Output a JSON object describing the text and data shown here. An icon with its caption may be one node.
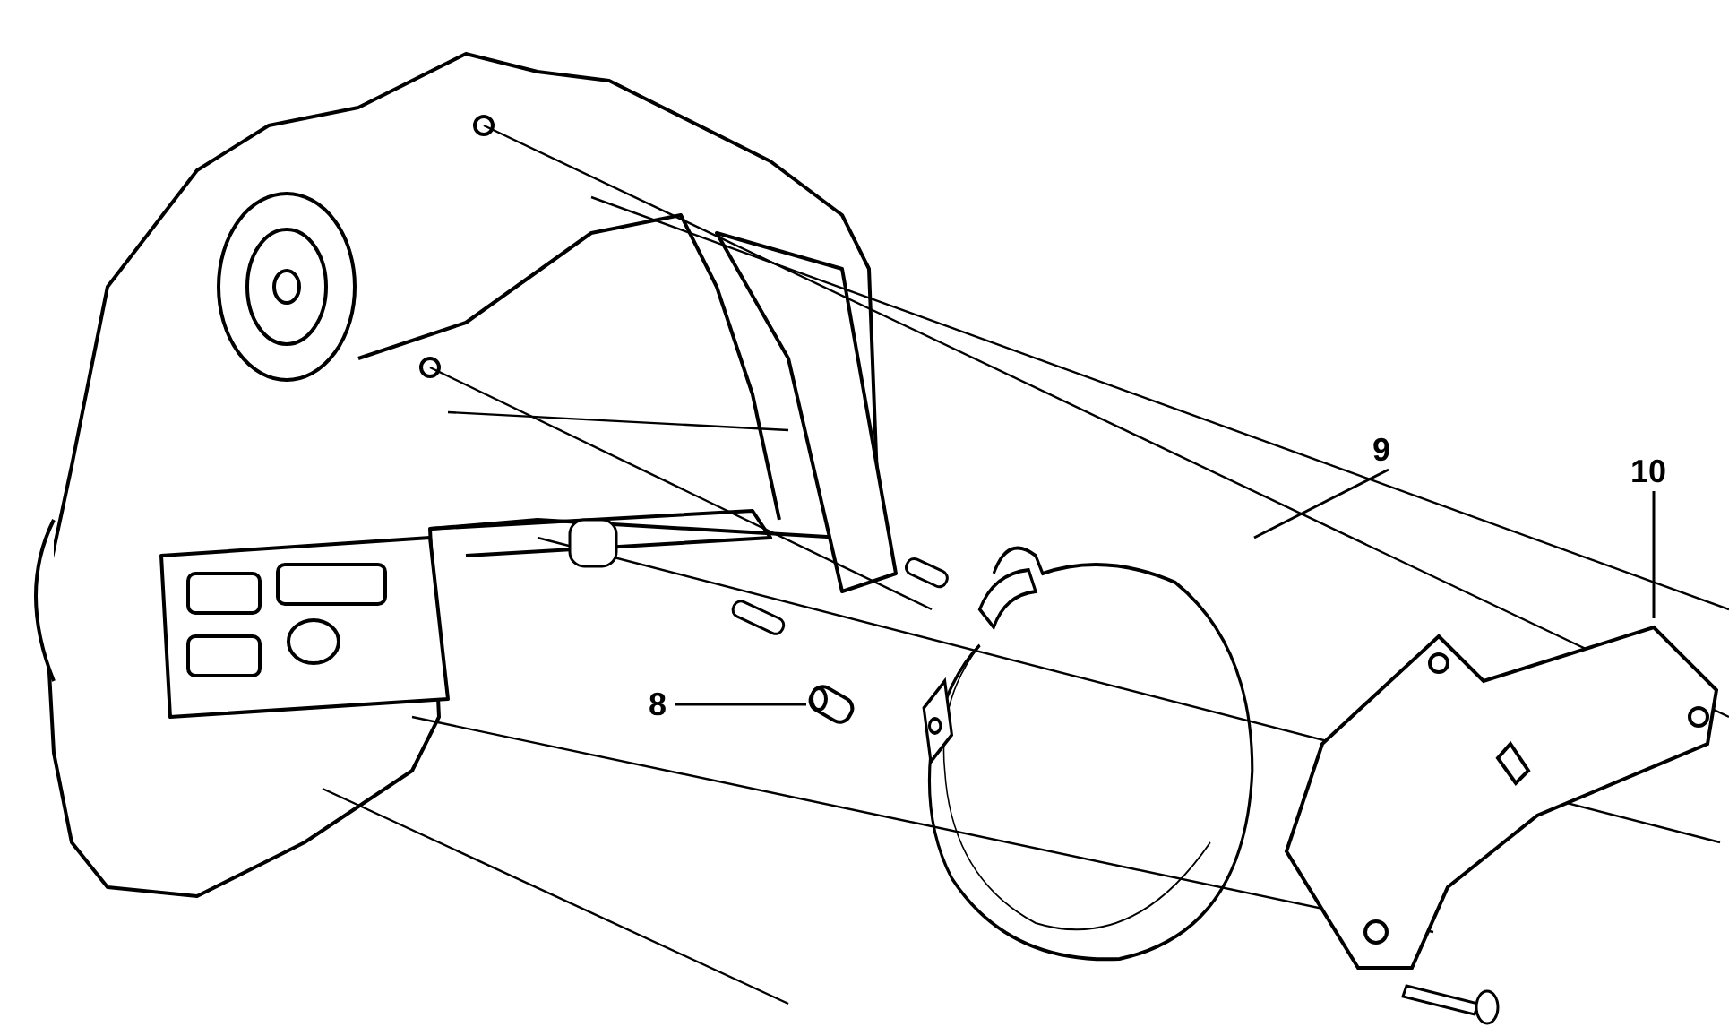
{
  "diagram": {
    "nodes": [
      {
        "text": [
          "9"
        ]
      },
      {
        "text": [
          "10"
        ]
      },
      {
        "text": [
          "8"
        ]
      },
      {
        "text": [],
        "shape": "picture"
      },
      {
        "text": [],
        "shape": "picture"
      },
      {
        "text": [],
        "shape": "picture"
      }
    ],
    "edges": [
      {
        "from": 0,
        "to": 4,
        "arrow": "none"
      },
      {
        "from": 1,
        "to": 5,
        "arrow": "none"
      },
      {
        "from": 2,
        "to": 3,
        "arrow": "none"
      }
    ]
  }
}
